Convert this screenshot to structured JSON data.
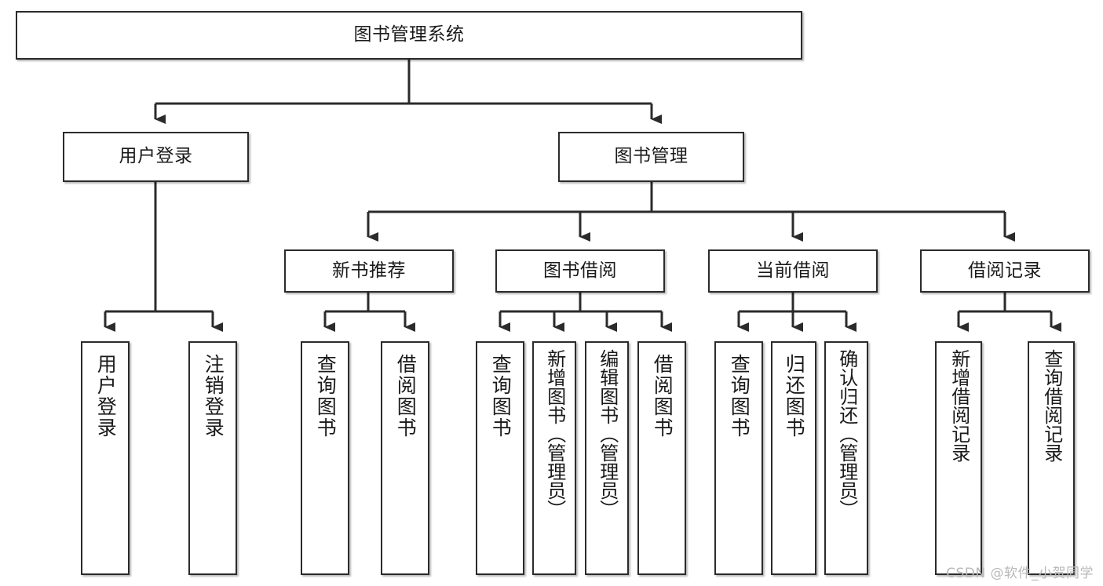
{
  "diagram": {
    "type": "tree-hierarchy-chart",
    "title": "图书管理系统",
    "stroke_color": "#2b2b2b",
    "node_fill": "#ffffff",
    "text_color": "#1a1a1a",
    "levels": 4
  },
  "root": {
    "label": "图书管理系统"
  },
  "level2": [
    {
      "label": "用户登录"
    },
    {
      "label": "图书管理"
    }
  ],
  "level3": [
    {
      "label": "新书推荐"
    },
    {
      "label": "图书借阅"
    },
    {
      "label": "当前借阅"
    },
    {
      "label": "借阅记录"
    }
  ],
  "leaves": {
    "user_login": [
      {
        "label": "用户登录"
      },
      {
        "label": "注销登录"
      }
    ],
    "new_book_recommend": [
      {
        "label": "查询图书"
      },
      {
        "label": "借阅图书"
      }
    ],
    "book_borrow": [
      {
        "label": "查询图书"
      },
      {
        "label": "新增图书（管理员）"
      },
      {
        "label": "编辑图书（管理员）"
      },
      {
        "label": "借阅图书"
      }
    ],
    "current_borrow": [
      {
        "label": "查询图书"
      },
      {
        "label": "归还图书"
      },
      {
        "label": "确认归还（管理员）"
      }
    ],
    "borrow_record": [
      {
        "label": "新增借阅记录"
      },
      {
        "label": "查询借阅记录"
      }
    ]
  },
  "watermark": {
    "text": "CSDN @软件_小贺同学"
  }
}
